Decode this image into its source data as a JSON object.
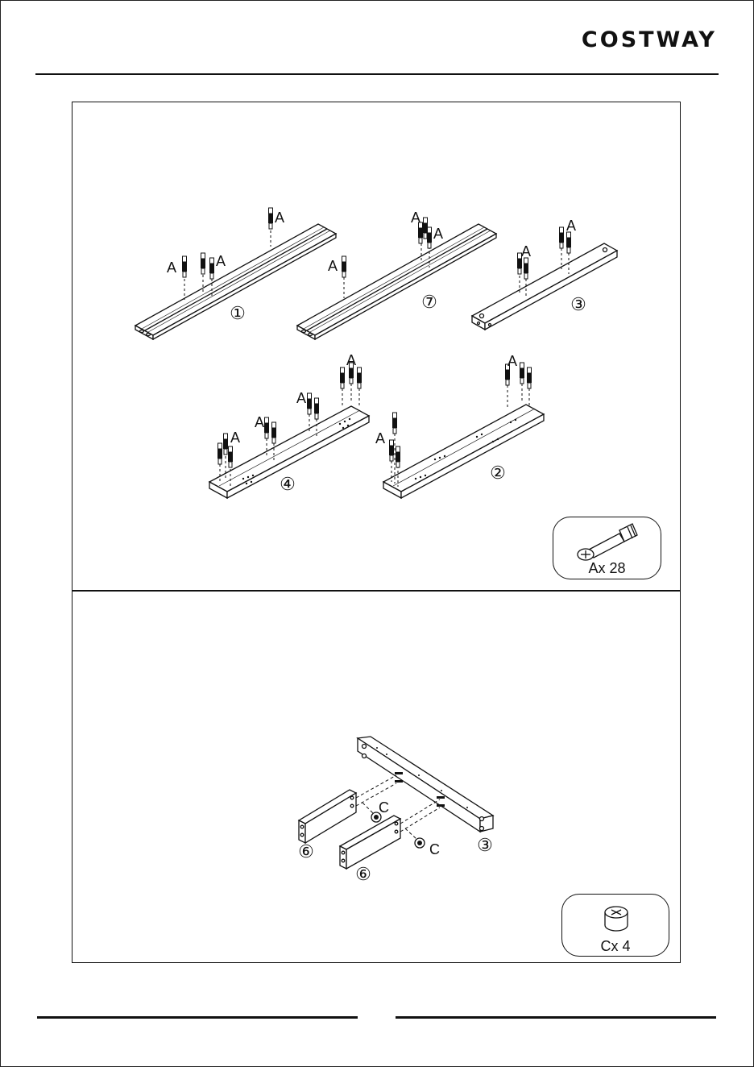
{
  "brand": "COSTWAY",
  "step1": {
    "parts": [
      {
        "number": "①",
        "dowel_label": "A"
      },
      {
        "number": "⑦",
        "dowel_label": "A"
      },
      {
        "number": "③",
        "dowel_label": "A"
      },
      {
        "number": "④",
        "dowel_label": "A"
      },
      {
        "number": "②",
        "dowel_label": "A"
      }
    ],
    "hardware": {
      "label": "A",
      "quantity": "x 28",
      "icon": "cam-bolt-icon"
    }
  },
  "step2": {
    "parts": [
      {
        "number": "⑥"
      },
      {
        "number": "⑥"
      },
      {
        "number": "③"
      }
    ],
    "lock_label": "C",
    "hardware": {
      "label": "C",
      "quantity": "x 4",
      "icon": "cam-lock-icon"
    }
  }
}
